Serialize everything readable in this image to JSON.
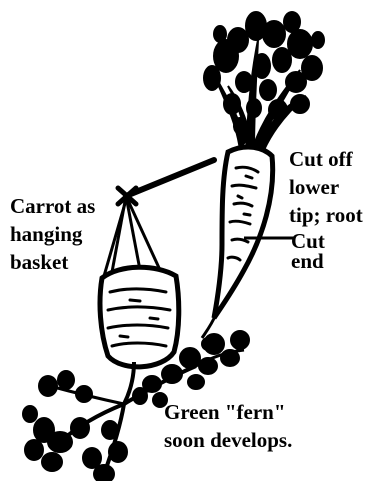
{
  "diagram": {
    "labels": {
      "cut_tip": "Cut off\nlower\ntip; root",
      "cut_end": "Cut\nend",
      "basket": "Carrot as\nhanging\nbasket",
      "fern": "Green \"fern\"\nsoon develops."
    },
    "colors": {
      "ink": "#000000",
      "background": "#ffffff"
    }
  }
}
